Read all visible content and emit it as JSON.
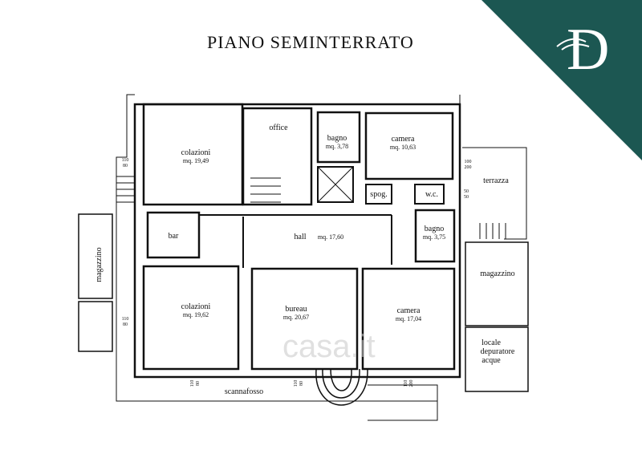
{
  "title": "PIANO  SEMINTERRATO",
  "brand": {
    "logo_letter": "D",
    "color": "#1c5752"
  },
  "rooms": [
    {
      "id": "colazioni_top",
      "name": "colazioni",
      "area": "mq. 19,49"
    },
    {
      "id": "office",
      "name": "office"
    },
    {
      "id": "bagno_top",
      "name": "bagno",
      "area": "mq.  3,78"
    },
    {
      "id": "camera_top",
      "name": "camera",
      "area": "mq. 10,63"
    },
    {
      "id": "terrazza",
      "name": "terrazza"
    },
    {
      "id": "spog",
      "name": "spog."
    },
    {
      "id": "wc",
      "name": "w.c."
    },
    {
      "id": "bar",
      "name": "bar"
    },
    {
      "id": "hall",
      "name": "hall",
      "area": "mq. 17,60"
    },
    {
      "id": "bagno_mid",
      "name": "bagno",
      "area": "mq.  3,75"
    },
    {
      "id": "magazzino_left",
      "name": "magazzino"
    },
    {
      "id": "magazzino_right",
      "name": "magazzino"
    },
    {
      "id": "colazioni_bottom",
      "name": "colazioni",
      "area": "mq. 19,62"
    },
    {
      "id": "bureau",
      "name": "bureau",
      "area": "mq. 20,67"
    },
    {
      "id": "camera_bottom",
      "name": "camera",
      "area": "mq. 17,04"
    },
    {
      "id": "locale_1",
      "name": "locale"
    },
    {
      "id": "locale_2",
      "name": "depuratore"
    },
    {
      "id": "locale_3",
      "name": "acque"
    },
    {
      "id": "scannafosso",
      "name": "scannafosso"
    }
  ],
  "dimensions": {
    "window_a": [
      "110",
      "80"
    ],
    "window_b": [
      "100",
      "200"
    ],
    "window_c": [
      "50",
      "50"
    ],
    "window_d": [
      "110",
      "80"
    ],
    "window_e": [
      "110",
      "80"
    ],
    "window_f": [
      "110",
      "80"
    ],
    "window_g": [
      "110",
      "200"
    ]
  },
  "watermark": "casa.it"
}
